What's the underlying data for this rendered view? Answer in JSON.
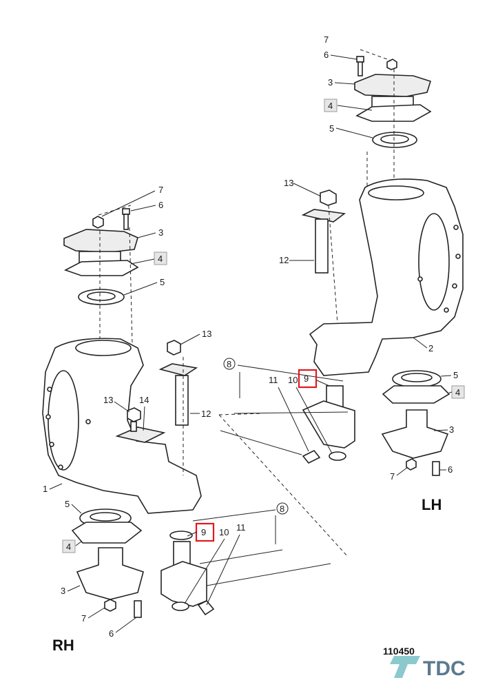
{
  "labels": {
    "lh": {
      "p7": "7",
      "p6": "6",
      "p3": "3",
      "p4": "4",
      "p5": "5",
      "p13": "13",
      "p12": "12",
      "p2": "2",
      "p8": "8",
      "p11": "11",
      "p10": "10",
      "p9": "9",
      "p5b": "5",
      "p4b": "4",
      "p3b": "3",
      "p7b": "7",
      "p6b": "6"
    },
    "rh": {
      "p7": "7",
      "p6": "6",
      "p3": "3",
      "p4": "4",
      "p5": "5",
      "p13": "13",
      "p12": "12",
      "p13b": "13",
      "p14": "14",
      "p1": "1",
      "p5b": "5",
      "p4b": "4",
      "p3b": "3",
      "p7b": "7",
      "p6b": "6",
      "p9": "9",
      "p10": "10",
      "p11": "11",
      "p8": "8"
    }
  },
  "side_labels": {
    "left_hand": "LH",
    "right_hand": "RH"
  },
  "drawing_number": "110450",
  "logo_text": "TDC",
  "colors": {
    "highlight": "#e0191e",
    "logo": "#5b7a8c",
    "logo_accent": "#7fc3c8"
  }
}
